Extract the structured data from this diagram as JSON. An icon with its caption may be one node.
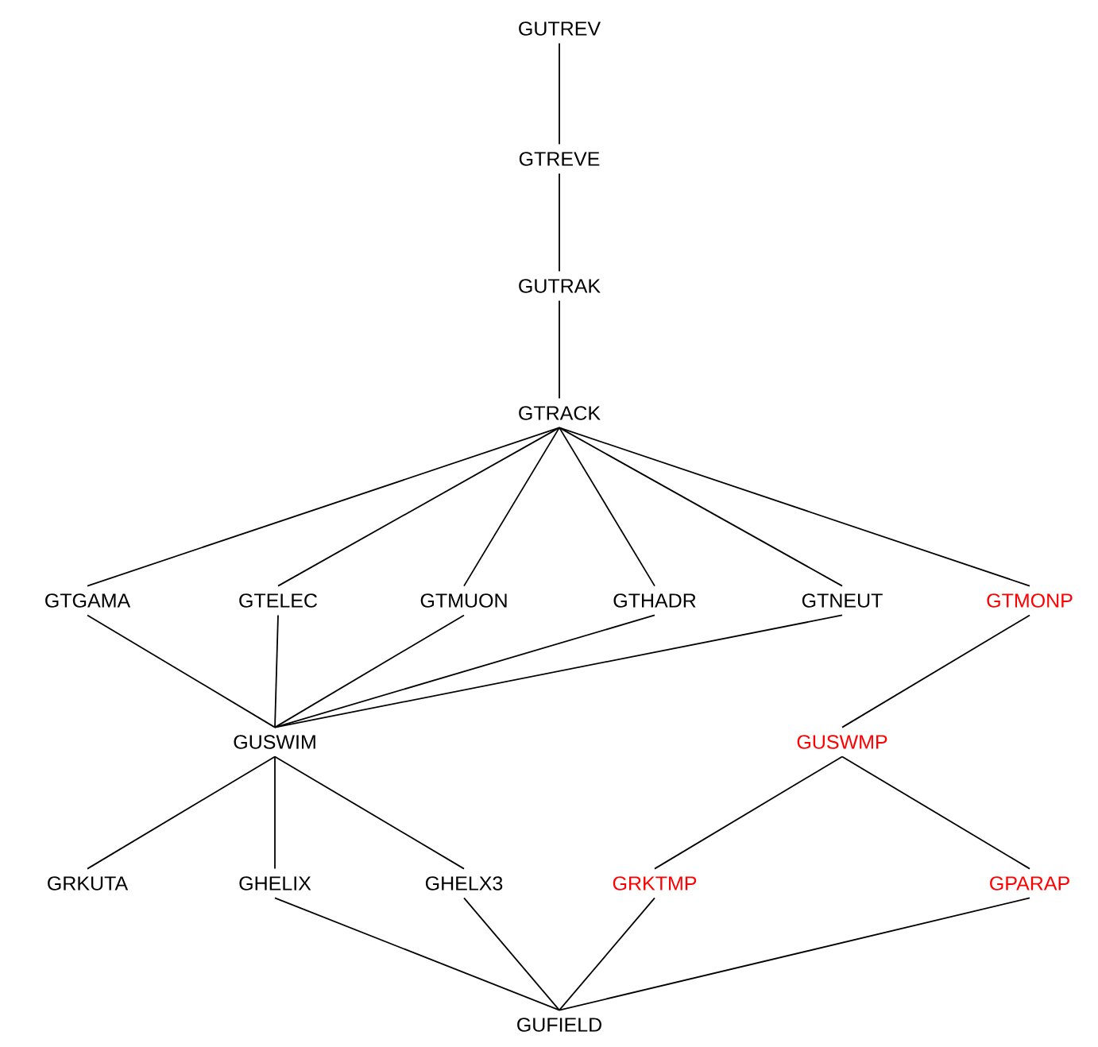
{
  "diagram": {
    "nodes": [
      {
        "text": [
          "GUTREV"
        ]
      },
      {
        "text": [
          "GTREVE"
        ]
      },
      {
        "text": [
          "GUTRAK"
        ]
      },
      {
        "text": [
          "GTRACK"
        ]
      },
      {
        "text": [
          "GTGAMA"
        ]
      },
      {
        "text": [
          "GTELEC"
        ]
      },
      {
        "text": [
          "GTMUON"
        ]
      },
      {
        "text": [
          "GTHADR"
        ]
      },
      {
        "text": [
          "GTNEUT"
        ]
      },
      {
        "text": [
          "GTMONP"
        ]
      },
      {
        "text": [
          "GUSWIM"
        ]
      },
      {
        "text": [
          "GUSWMP"
        ]
      },
      {
        "text": [
          "GRKUTA"
        ]
      },
      {
        "text": [
          "GHELIX"
        ]
      },
      {
        "text": [
          "GHELX3"
        ]
      },
      {
        "text": [
          "GRKTMP"
        ]
      },
      {
        "text": [
          "GPARAP"
        ]
      },
      {
        "text": [
          "GUFIELD"
        ]
      }
    ],
    "edges": [
      {
        "from": 0,
        "to": 1,
        "arrow": "none"
      },
      {
        "from": 1,
        "to": 2,
        "arrow": "none"
      },
      {
        "from": 2,
        "to": 3,
        "arrow": "none"
      },
      {
        "from": 3,
        "to": 4,
        "arrow": "none"
      },
      {
        "from": 3,
        "to": 5,
        "arrow": "none"
      },
      {
        "from": 3,
        "to": 6,
        "arrow": "none"
      },
      {
        "from": 3,
        "to": 7,
        "arrow": "none"
      },
      {
        "from": 3,
        "to": 8,
        "arrow": "none"
      },
      {
        "from": 3,
        "to": 9,
        "arrow": "none"
      },
      {
        "from": 4,
        "to": 10,
        "arrow": "none"
      },
      {
        "from": 5,
        "to": 10,
        "arrow": "none"
      },
      {
        "from": 6,
        "to": 10,
        "arrow": "none"
      },
      {
        "from": 7,
        "to": 10,
        "arrow": "none"
      },
      {
        "from": 8,
        "to": 10,
        "arrow": "none"
      },
      {
        "from": 9,
        "to": 11,
        "arrow": "none"
      },
      {
        "from": 10,
        "to": 12,
        "arrow": "none"
      },
      {
        "from": 10,
        "to": 13,
        "arrow": "none"
      },
      {
        "from": 10,
        "to": 14,
        "arrow": "none"
      },
      {
        "from": 11,
        "to": 15,
        "arrow": "none"
      },
      {
        "from": 11,
        "to": 16,
        "arrow": "none"
      },
      {
        "from": 13,
        "to": 17,
        "arrow": "none"
      },
      {
        "from": 14,
        "to": 17,
        "arrow": "none"
      },
      {
        "from": 15,
        "to": 17,
        "arrow": "none"
      },
      {
        "from": 16,
        "to": 17,
        "arrow": "none"
      }
    ]
  }
}
